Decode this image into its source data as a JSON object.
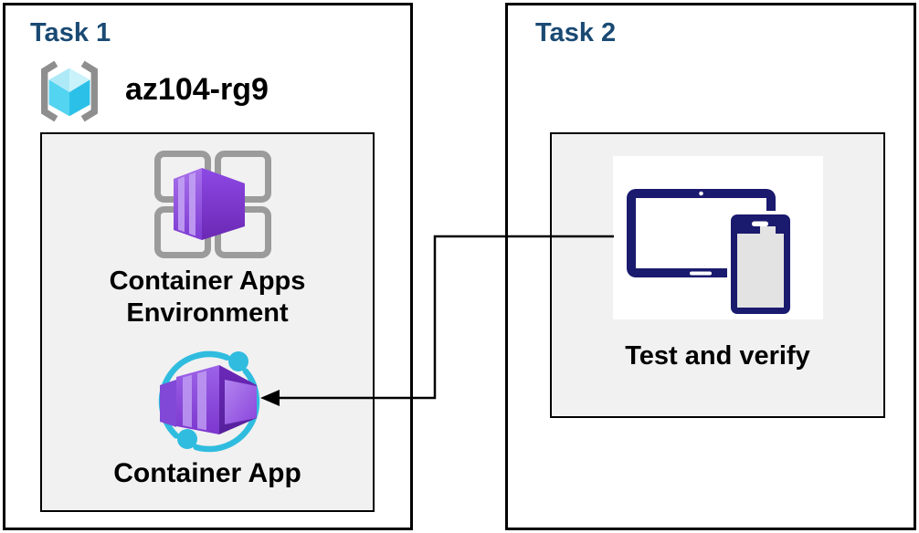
{
  "task1": {
    "title": "Task 1",
    "resource_group": {
      "icon": "resource-group-icon",
      "name": "az104-rg9"
    },
    "environment": {
      "icon": "container-apps-environment-icon",
      "label": "Container Apps Environment"
    },
    "app": {
      "icon": "container-app-icon",
      "label": "Container App"
    }
  },
  "task2": {
    "title": "Task 2",
    "verify": {
      "icon": "tablet-and-phone-icon",
      "label": "Test and verify"
    }
  },
  "connector": {
    "type": "elbow-arrow",
    "from": "task2-verify",
    "to": "task1-container-app"
  },
  "colors": {
    "title_text": "#1A4A73",
    "label_text": "#000000",
    "panel_bg": "#F1F1F1",
    "box_border": "#000000",
    "device_navy": "#1A1A6E",
    "accent_cyan": "#2FBCDF",
    "purple": "#8A4FDF",
    "outline_gray": "#9B9B9B"
  }
}
